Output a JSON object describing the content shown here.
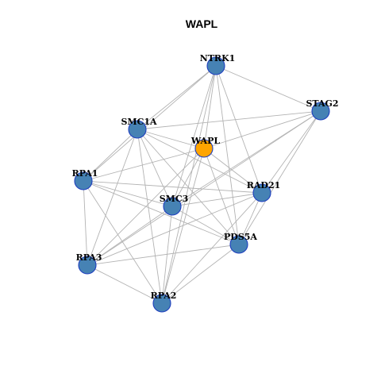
{
  "title": "WAPL",
  "colors": {
    "default_node": "#4682b4",
    "highlight_node": "#ffa500",
    "node_border": "#1f3fbf",
    "edge": "#b3b3b3"
  },
  "nodes": [
    {
      "id": "NTRK1",
      "label": "NTRK1",
      "highlight": false
    },
    {
      "id": "STAG2",
      "label": "STAG2",
      "highlight": false
    },
    {
      "id": "SMC1A",
      "label": "SMC1A",
      "highlight": false
    },
    {
      "id": "WAPL",
      "label": "WAPL",
      "highlight": true
    },
    {
      "id": "RPA1",
      "label": "RPA1",
      "highlight": false
    },
    {
      "id": "RAD21",
      "label": "RAD21",
      "highlight": false
    },
    {
      "id": "SMC3",
      "label": "SMC3",
      "highlight": false
    },
    {
      "id": "PDS5A",
      "label": "PDS5A",
      "highlight": false
    },
    {
      "id": "RPA3",
      "label": "RPA3",
      "highlight": false
    },
    {
      "id": "RPA2",
      "label": "RPA2",
      "highlight": false
    }
  ],
  "edges": [
    [
      "NTRK1",
      "SMC1A"
    ],
    [
      "NTRK1",
      "STAG2"
    ],
    [
      "NTRK1",
      "WAPL"
    ],
    [
      "NTRK1",
      "RAD21"
    ],
    [
      "NTRK1",
      "SMC3"
    ],
    [
      "NTRK1",
      "PDS5A"
    ],
    [
      "NTRK1",
      "RPA1"
    ],
    [
      "NTRK1",
      "RPA2"
    ],
    [
      "STAG2",
      "SMC1A"
    ],
    [
      "STAG2",
      "WAPL"
    ],
    [
      "STAG2",
      "RAD21"
    ],
    [
      "STAG2",
      "SMC3"
    ],
    [
      "STAG2",
      "PDS5A"
    ],
    [
      "STAG2",
      "RPA3"
    ],
    [
      "SMC1A",
      "WAPL"
    ],
    [
      "SMC1A",
      "RAD21"
    ],
    [
      "SMC1A",
      "SMC3"
    ],
    [
      "SMC1A",
      "PDS5A"
    ],
    [
      "SMC1A",
      "RPA1"
    ],
    [
      "SMC1A",
      "RPA3"
    ],
    [
      "SMC1A",
      "RPA2"
    ],
    [
      "WAPL",
      "RPA1"
    ],
    [
      "WAPL",
      "RAD21"
    ],
    [
      "WAPL",
      "SMC3"
    ],
    [
      "WAPL",
      "PDS5A"
    ],
    [
      "WAPL",
      "RPA3"
    ],
    [
      "WAPL",
      "RPA2"
    ],
    [
      "RPA1",
      "RAD21"
    ],
    [
      "RPA1",
      "SMC3"
    ],
    [
      "RPA1",
      "PDS5A"
    ],
    [
      "RPA1",
      "RPA3"
    ],
    [
      "RPA1",
      "RPA2"
    ],
    [
      "RAD21",
      "SMC3"
    ],
    [
      "RAD21",
      "PDS5A"
    ],
    [
      "RAD21",
      "RPA3"
    ],
    [
      "RAD21",
      "RPA2"
    ],
    [
      "SMC3",
      "PDS5A"
    ],
    [
      "SMC3",
      "RPA3"
    ],
    [
      "SMC3",
      "RPA2"
    ],
    [
      "PDS5A",
      "RPA3"
    ],
    [
      "PDS5A",
      "RPA2"
    ],
    [
      "RPA3",
      "RPA2"
    ]
  ]
}
